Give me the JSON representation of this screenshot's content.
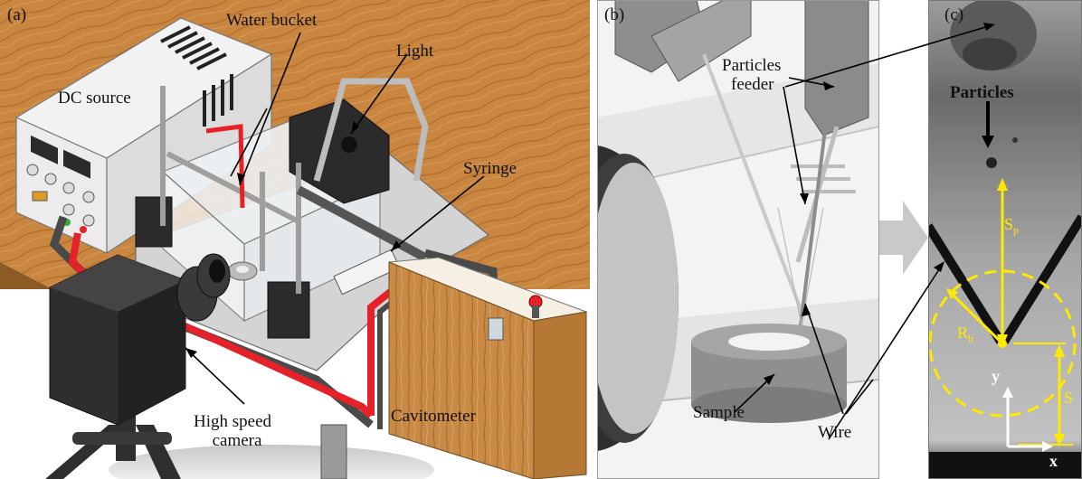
{
  "panel_a": {
    "tag": "(a)",
    "labels": {
      "dc_source": "DC source",
      "water_bucket": "Water bucket",
      "light": "Light",
      "syringe": "Syringe",
      "high_speed_camera_line1": "High speed",
      "high_speed_camera_line2": "camera",
      "cavitometer": "Cavitometer"
    }
  },
  "panel_b": {
    "tag": "(b)",
    "labels": {
      "particles_feeder_line1": "Particles",
      "particles_feeder_line2": "feeder",
      "sample": "Sample",
      "wire": "Wire"
    }
  },
  "panel_c": {
    "tag": "(c)",
    "labels": {
      "particles": "Particles",
      "sp_main": "S",
      "sp_sub": "p",
      "rb_main": "R",
      "rb_sub": "b",
      "s": "S",
      "y_axis": "y",
      "x_axis": "x"
    }
  },
  "colors": {
    "wood": "#c9853f",
    "cable_red": "#e5222a",
    "annotation_yellow": "#ffe900",
    "panel_c_background": "#b4b4b4"
  }
}
